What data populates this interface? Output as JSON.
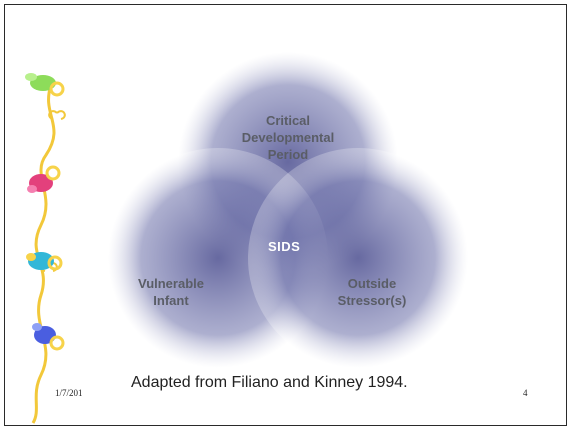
{
  "diagram": {
    "top_circle_label": "Critical\nDevelopmental\nPeriod",
    "left_circle_label": "Vulnerable\nInfant",
    "right_circle_label": "Outside\nStressor(s)",
    "center_label": "SIDS"
  },
  "caption": "Adapted from Filiano and Kinney 1994.",
  "footer": {
    "date": "1/7/201",
    "page": "4"
  },
  "colors": {
    "circle_edge": "#ffffff",
    "circle_core": "#3c3f86",
    "vine": "#f2c83a"
  },
  "decoration": {
    "icons": [
      "pacifier-icon-green",
      "pacifier-icon-pink",
      "pacifier-icon-teal",
      "pacifier-icon-blue"
    ]
  }
}
